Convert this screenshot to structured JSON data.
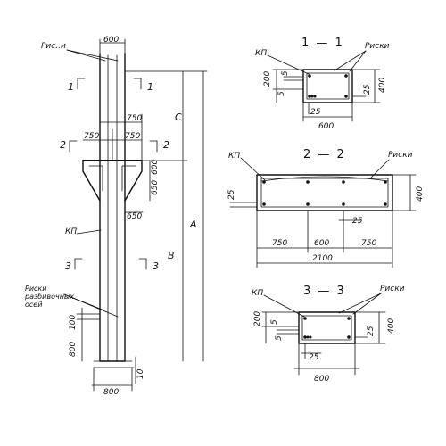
{
  "elevation": {
    "label_riski_top": "Рис..и",
    "dim_top_width": "600",
    "section_1_left": "1",
    "section_1_right": "1",
    "dim_750_upper": "750",
    "dim_750_left": "750",
    "dim_750_right": "750",
    "section_2_left": "2",
    "section_2_right": "2",
    "dim_600_console": "600",
    "dim_650_a": "650",
    "dim_650_b": "650",
    "label_c": "С",
    "label_a": "А",
    "label_b": "В",
    "label_kp": "КП",
    "section_3_left": "3",
    "section_3_right": "3",
    "label_riski_axes_1": "Риски",
    "label_riski_axes_2": "разбивочных",
    "label_riski_axes_3": "осей",
    "dim_100": "100",
    "dim_800_vertical": "800",
    "dim_800_bottom": "800",
    "dim_10": "10"
  },
  "section_1": {
    "title": "1 — 1",
    "label_kp": "КП",
    "label_riski": "Риски",
    "dim_200": "200",
    "dim_5a": "5",
    "dim_5b": "5",
    "dim_25_left": "25",
    "dim_25_right": "25",
    "dim_400": "400",
    "dim_600": "600"
  },
  "section_2": {
    "title": "2 — 2",
    "label_kp": "КП",
    "label_riski": "Риски",
    "dim_25_left": "25",
    "dim_25_bottom": "25",
    "dim_400": "400",
    "dim_750_left": "750",
    "dim_600_mid": "600",
    "dim_750_right": "750",
    "dim_2100": "2100"
  },
  "section_3": {
    "title": "3 — 3",
    "label_kp": "КП",
    "label_riski": "Риски",
    "dim_200": "200",
    "dim_5a": "5",
    "dim_5b": "5",
    "dim_25_bottom": "25",
    "dim_25_right": "25",
    "dim_400": "400",
    "dim_800": "800"
  }
}
